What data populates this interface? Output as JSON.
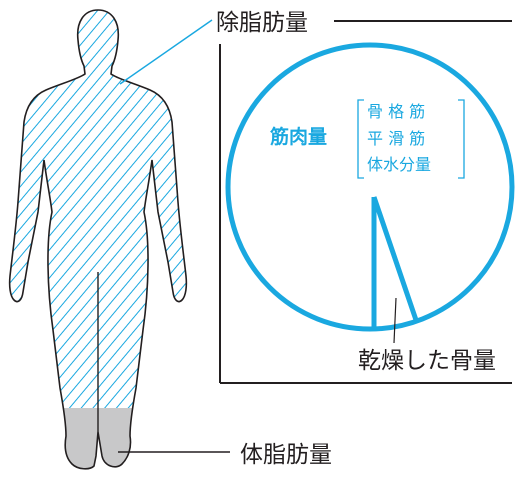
{
  "labels": {
    "lean_body_mass": "除脂肪量",
    "body_fat_mass": "体脂肪量",
    "dry_bone_mass": "乾燥した骨量",
    "muscle_mass": "筋肉量",
    "muscle_types": {
      "skeletal": "骨 格 筋",
      "smooth": "平 滑 筋",
      "body_water": "体水分量"
    }
  },
  "colors": {
    "accent_blue": "#1aa8e0",
    "body_fat_gray": "#c8c8c9",
    "text_black": "#231f20"
  }
}
